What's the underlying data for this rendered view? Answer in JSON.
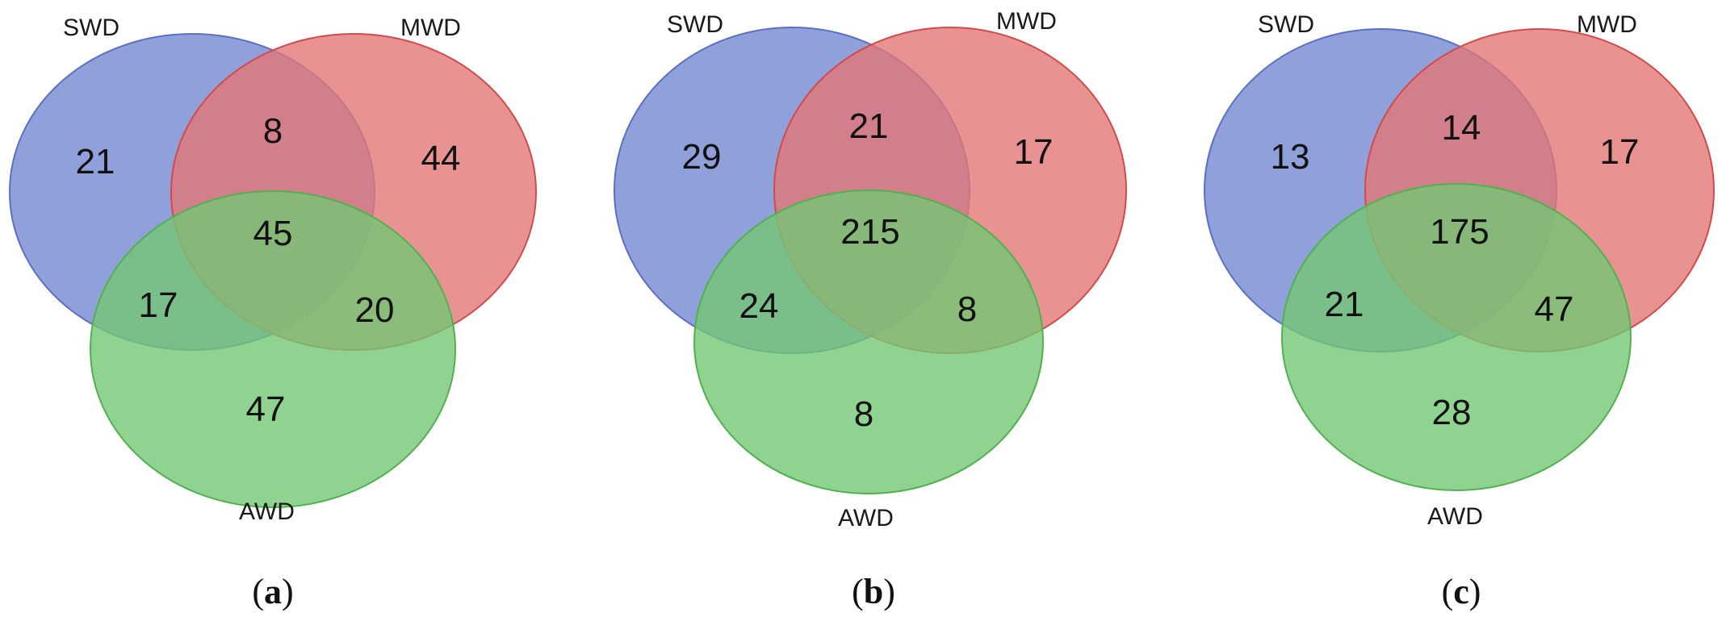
{
  "colors": {
    "SWD_fill": "#8496d6",
    "SWD_stroke": "#5b6fc4",
    "MWD_fill": "#e27777",
    "MWD_stroke": "#d24a4a",
    "AWD_fill": "#74c774",
    "AWD_stroke": "#4fb24f"
  },
  "panels": [
    {
      "caption": {
        "open": "(",
        "letter": "a",
        "close": ")"
      },
      "labels": {
        "swd": "SWD",
        "mwd": "MWD",
        "awd": "AWD"
      },
      "counts": {
        "swd_only": "21",
        "mwd_only": "44",
        "awd_only": "47",
        "swd_mwd": "8",
        "swd_awd": "17",
        "mwd_awd": "20",
        "all": "45"
      }
    },
    {
      "caption": {
        "open": "(",
        "letter": "b",
        "close": ")"
      },
      "labels": {
        "swd": "SWD",
        "mwd": "MWD",
        "awd": "AWD"
      },
      "counts": {
        "swd_only": "29",
        "mwd_only": "17",
        "awd_only": "8",
        "swd_mwd": "21",
        "swd_awd": "24",
        "mwd_awd": "8",
        "all": "215"
      }
    },
    {
      "caption": {
        "open": "(",
        "letter": "c",
        "close": ")"
      },
      "labels": {
        "swd": "SWD",
        "mwd": "MWD",
        "awd": "AWD"
      },
      "counts": {
        "swd_only": "13",
        "mwd_only": "17",
        "awd_only": "28",
        "swd_mwd": "14",
        "swd_awd": "21",
        "mwd_awd": "47",
        "all": "175"
      }
    }
  ]
}
